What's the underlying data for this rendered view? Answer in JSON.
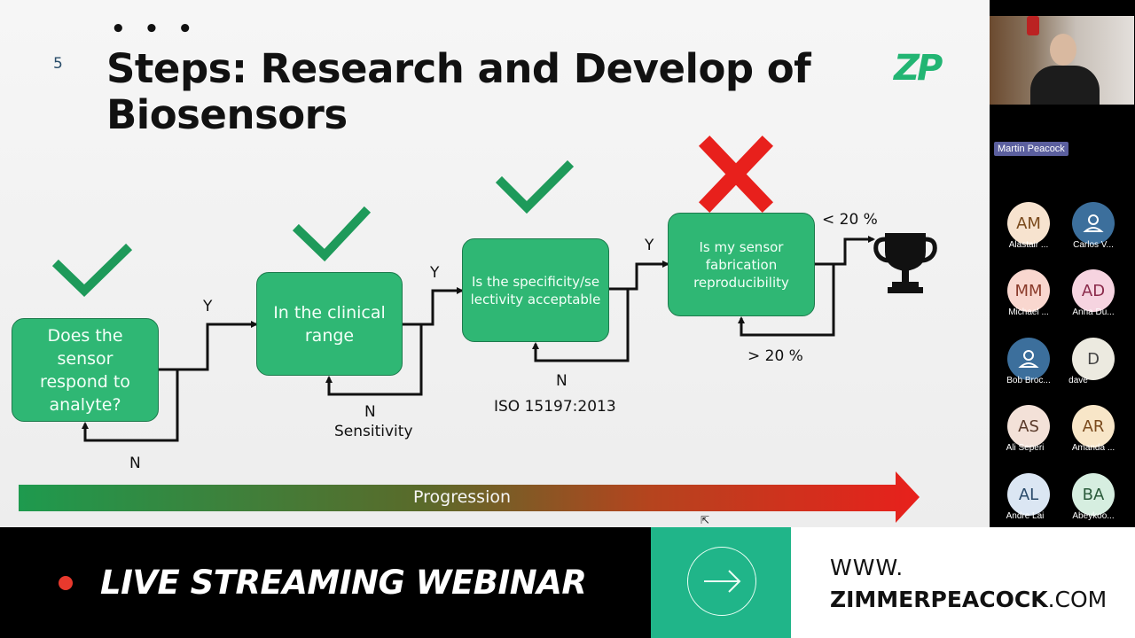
{
  "slide": {
    "page_number": "5",
    "dots": "• • •",
    "title": "Steps: Research and Develop of Biosensors",
    "logo": "ZP",
    "steps": [
      {
        "text": "Does the sensor respond to analyte?",
        "yes": "Y",
        "no": "N",
        "note": ""
      },
      {
        "text": "In the clinical range",
        "yes": "Y",
        "no": "N",
        "note": "Sensitivity"
      },
      {
        "text": "Is the specificity/selectivity acceptable",
        "yes": "Y",
        "no": "N",
        "note": "ISO 15197:2013"
      },
      {
        "text": "Is my sensor fabrication reproducibility",
        "yes": "< 20 %",
        "no": "> 20 %",
        "note": ""
      }
    ],
    "progression_label": "Progression",
    "colors": {
      "box": "#2fb774",
      "check": "#1e9a5a",
      "cross": "#e8201c",
      "arrow_start": "#1e9a4e",
      "arrow_end": "#e8201c"
    }
  },
  "participants": {
    "presenter": "Martin Peacock",
    "attendees": [
      {
        "initials": "AM",
        "name": "Alastair ...",
        "bg": "#f7e3cf",
        "fg": "#7a4a1c"
      },
      {
        "initials": "",
        "name": "Carlos V...",
        "bg": "#3c6f9c",
        "fg": "#ffffff",
        "icon": "person-icon"
      },
      {
        "initials": "MM",
        "name": "Michael ...",
        "bg": "#f9d7cf",
        "fg": "#8a3a2a"
      },
      {
        "initials": "AD",
        "name": "Anna Du...",
        "bg": "#f6d4e0",
        "fg": "#8a2a4a"
      },
      {
        "initials": "",
        "name": "Bob Broc...",
        "bg": "#3c6f9c",
        "fg": "#ffffff",
        "icon": "person-icon"
      },
      {
        "initials": "D",
        "name": "dave",
        "bg": "#eceae0",
        "fg": "#444444"
      },
      {
        "initials": "AS",
        "name": "Ali Seperi",
        "bg": "#f3e1d8",
        "fg": "#5a3a2a"
      },
      {
        "initials": "AR",
        "name": "Amanda ...",
        "bg": "#f8e6c8",
        "fg": "#7a4a1c"
      },
      {
        "initials": "AL",
        "name": "Andre Lai",
        "bg": "#dbe6f3",
        "fg": "#2a4a6a"
      },
      {
        "initials": "BA",
        "name": "Abeykoo...",
        "bg": "#d6eee0",
        "fg": "#2a5a3a"
      }
    ]
  },
  "banner": {
    "live_label": "LIVE STREAMING WEBINAR",
    "url_line1": "WWW.",
    "url_bold": "ZIMMERPEACOCK",
    "url_tail": ".COM"
  }
}
